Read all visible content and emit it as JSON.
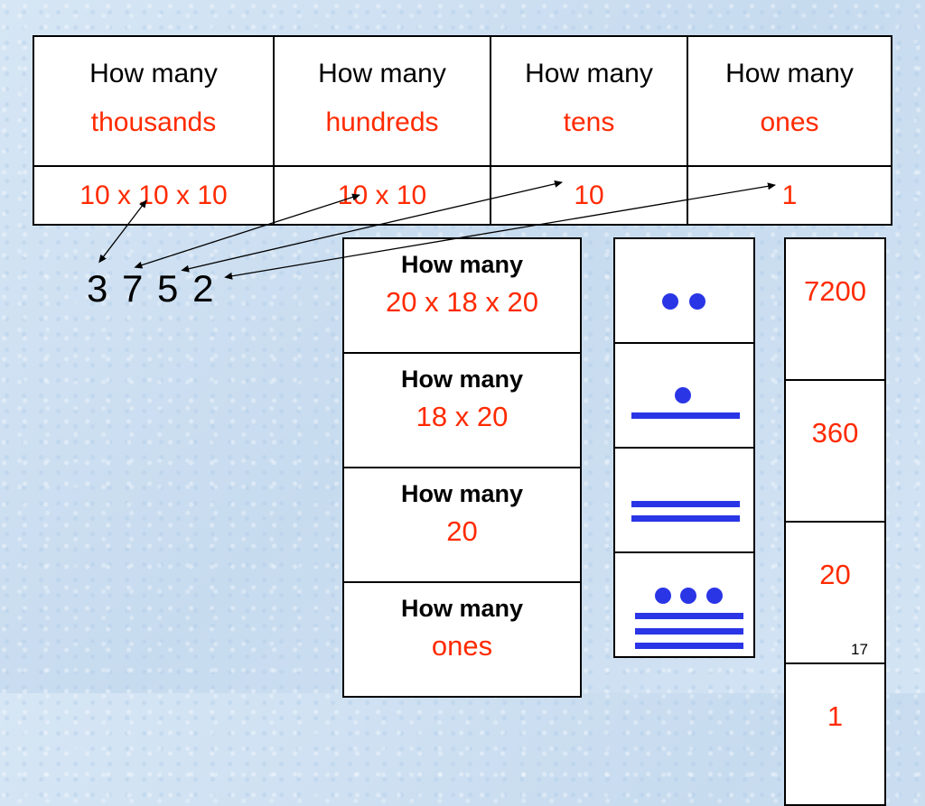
{
  "top_table": {
    "columns": [
      {
        "label": "How many",
        "unit": "thousands",
        "value": "10 x 10 x 10"
      },
      {
        "label": "How many",
        "unit": "hundreds",
        "value": "10 x 10"
      },
      {
        "label": "How many",
        "unit": "tens",
        "value": "10"
      },
      {
        "label": "How many",
        "unit": "ones",
        "value": "1"
      }
    ]
  },
  "number": "3 7 5 2",
  "maya_table": {
    "rows": [
      {
        "label": "How many",
        "unit": "20 x 18 x 20"
      },
      {
        "label": "How many",
        "unit": "18 x 20"
      },
      {
        "label": "How many",
        "unit": "20"
      },
      {
        "label": "How many",
        "unit": "ones"
      }
    ]
  },
  "glyphs": [
    {
      "dots": 2,
      "bars": 0
    },
    {
      "dots": 1,
      "bars": 1
    },
    {
      "dots": 0,
      "bars": 2
    },
    {
      "dots": 3,
      "bars": 3
    }
  ],
  "values": [
    "7200",
    "360",
    "20",
    "1"
  ],
  "page_number": "17",
  "colors": {
    "accent_red": "#ff2a00",
    "glyph_blue": "#2a35e6"
  }
}
